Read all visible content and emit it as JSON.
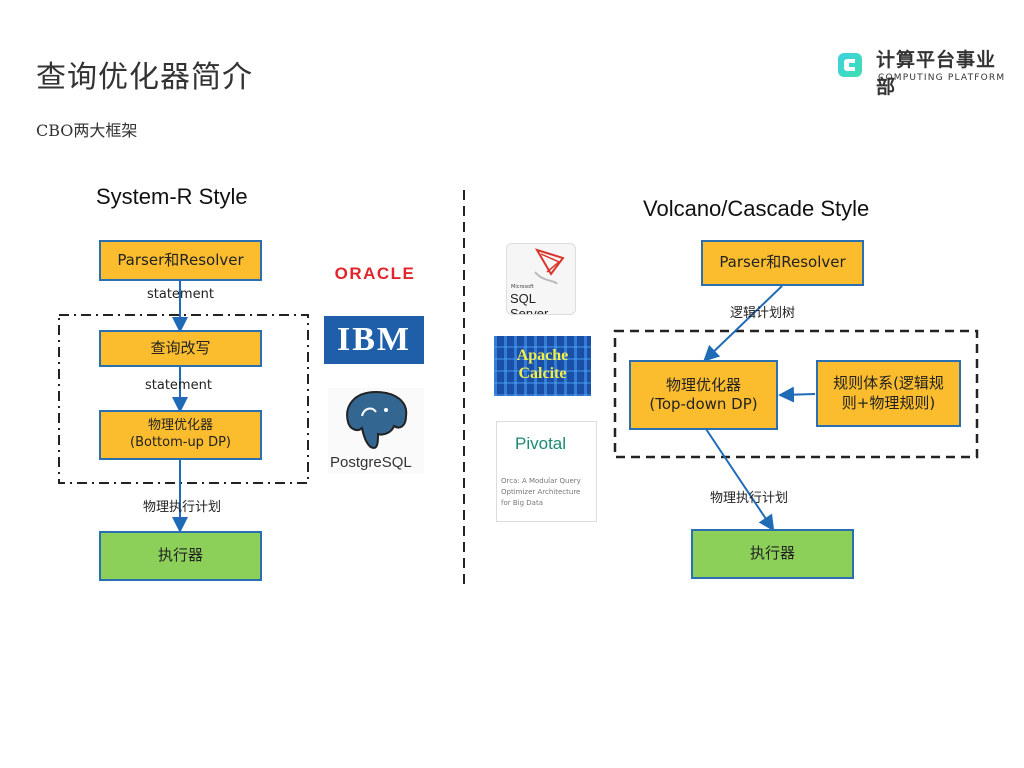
{
  "slide": {
    "title": "查询优化器简介",
    "subtitle": "CBO两大框架"
  },
  "brand": {
    "name_cn": "计算平台事业部",
    "name_en": "COMPUTING PLATFORM",
    "icon": "chip-c-logo-icon",
    "accent": "#2fc4d6"
  },
  "left": {
    "heading": "System-R Style",
    "boxes": {
      "parser": "Parser和Resolver",
      "rewrite": "查询改写",
      "optimizer_line1": "物理优化器",
      "optimizer_line2": "(Bottom-up DP)",
      "executor": "执行器"
    },
    "edge_labels": {
      "statement1": "statement",
      "statement2": "statement",
      "plan": "物理执行计划"
    },
    "vendor_logos": [
      "ORACLE",
      "IBM",
      "PostgreSQL"
    ]
  },
  "right": {
    "heading": "Volcano/Cascade Style",
    "boxes": {
      "parser": "Parser和Resolver",
      "optimizer_line1": "物理优化器",
      "optimizer_line2": "(Top-down DP)",
      "rules_line1": "规则体系(逻辑规",
      "rules_line2": "则+物理规则)",
      "executor": "执行器"
    },
    "edge_labels": {
      "logical_tree": "逻辑计划树",
      "plan": "物理执行计划"
    },
    "vendor_logos": {
      "sqlserver_small": "Microsoft",
      "sqlserver": "SQL Server",
      "calcite_1": "Apache",
      "calcite_2": "Calcite",
      "pivotal": "Pivotal",
      "orca_1": "Orca: A Modular Query",
      "orca_2": "Optimizer Architecture",
      "orca_3": "for Big Data"
    }
  },
  "colors": {
    "box_orange": "#fbbd2e",
    "box_green": "#8cd05a",
    "box_border": "#2b6fb3",
    "arrow": "#1f6bb5"
  }
}
